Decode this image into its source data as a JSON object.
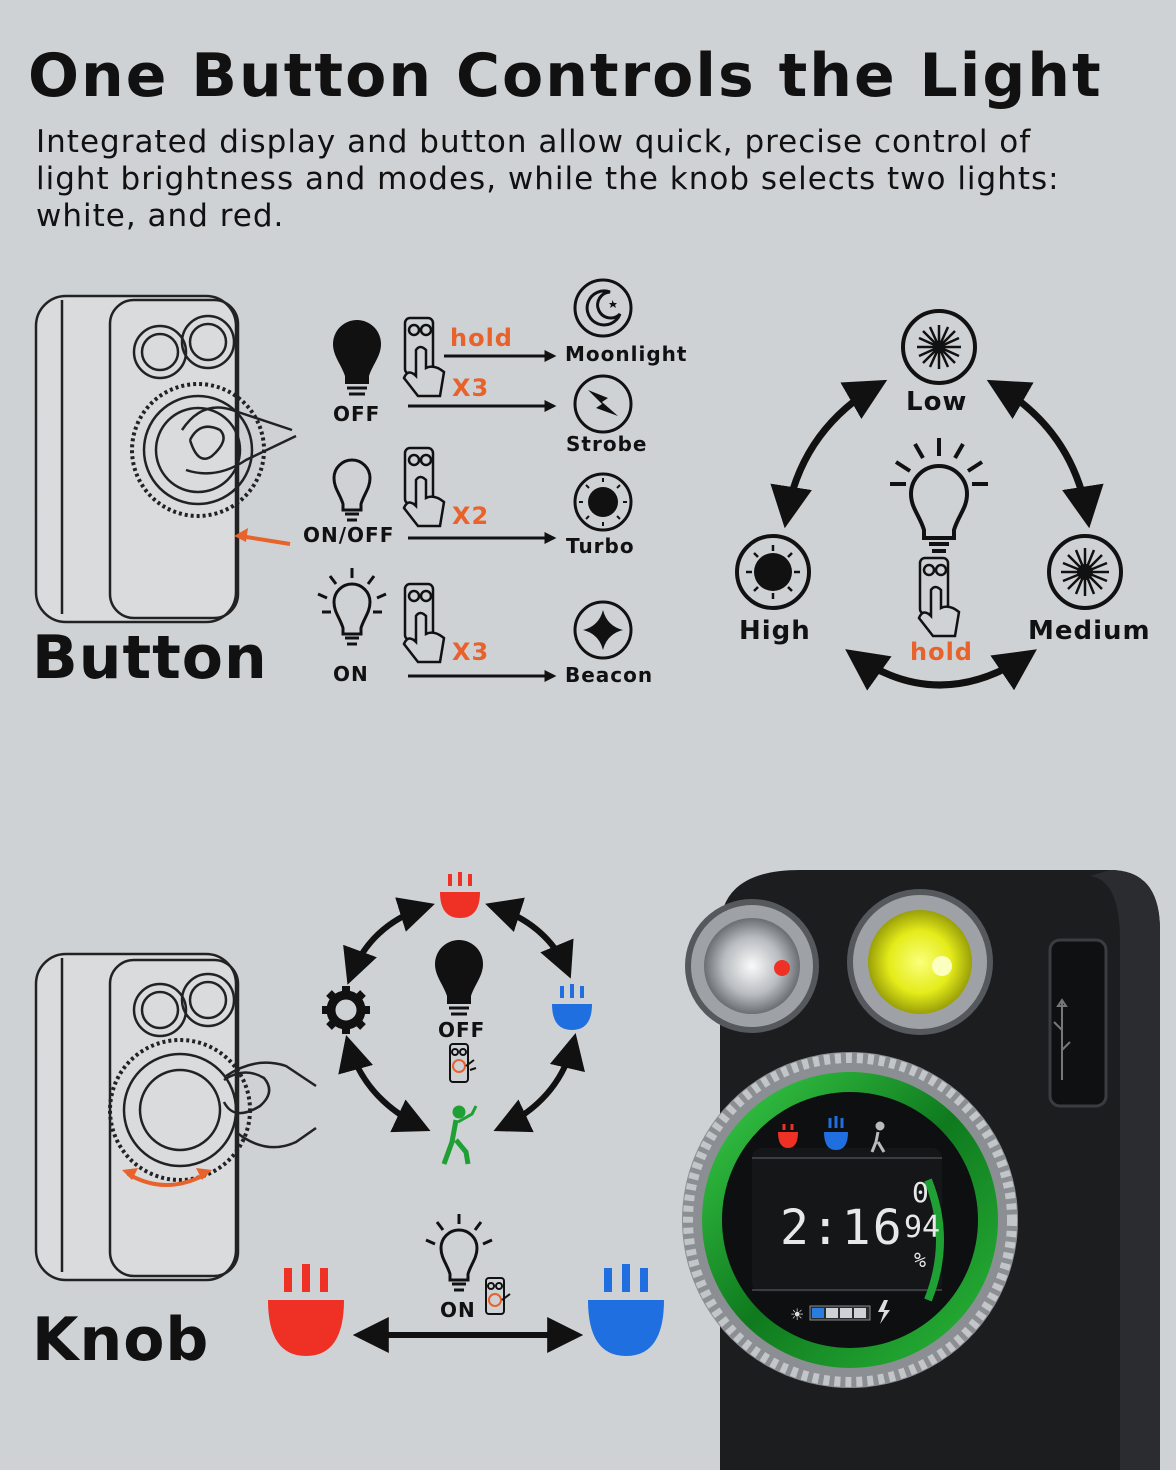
{
  "header": {
    "title": "One Button Controls the Light",
    "subtitle": "Integrated display and button allow quick, precise control of light brightness and modes, while the knob selects two lights: white, and red."
  },
  "button_section": {
    "label": "Button",
    "states": {
      "off": "OFF",
      "on_off": "ON/OFF",
      "on": "ON"
    },
    "actions": {
      "hold": "hold",
      "x3": "X3",
      "x2": "X2"
    },
    "modes": {
      "moonlight": "Moonlight",
      "strobe": "Strobe",
      "turbo": "Turbo",
      "beacon": "Beacon"
    }
  },
  "brightness_cycle": {
    "low": "Low",
    "high": "High",
    "medium": "Medium",
    "hold": "hold"
  },
  "knob_section": {
    "label": "Knob",
    "off": "OFF",
    "on": "ON"
  },
  "device_display": {
    "time": "2:16",
    "top_digit": "0",
    "battery": "94",
    "percent": "%"
  },
  "colors": {
    "accent_orange": "#e8622c",
    "red_light": "#ee3124",
    "blue_light": "#1f6fe0",
    "green": "#1fa034",
    "background": "#cfd2d5"
  }
}
